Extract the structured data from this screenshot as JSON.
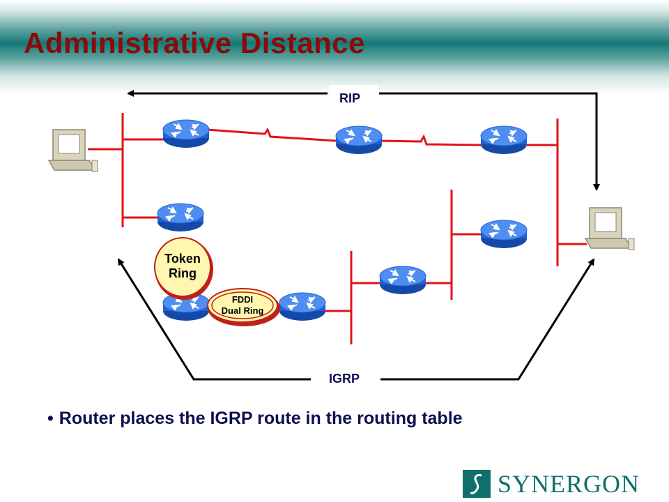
{
  "slide": {
    "title": "Administrative Distance",
    "bullet": "Router places the IGRP route in the routing table"
  },
  "diagram": {
    "labels": {
      "rip": "RIP",
      "igrp": "IGRP",
      "token_ring_line1": "Token",
      "token_ring_line2": "Ring",
      "fddi_line1": "FDDI",
      "fddi_line2": "Dual Ring"
    },
    "colors": {
      "link": "#e3111b",
      "router": "#1e63d6",
      "router_top": "#5f9bf0",
      "arrow": "#000000",
      "token_ring_fill": "#fff7b0",
      "token_ring_stroke": "#c0201a",
      "pc": "#d9d5bd"
    },
    "icons": [
      "router-icon",
      "pc-icon",
      "token-ring-icon",
      "fddi-ring-icon"
    ]
  },
  "logo": {
    "text": "SYNERGON",
    "mark": "S"
  }
}
